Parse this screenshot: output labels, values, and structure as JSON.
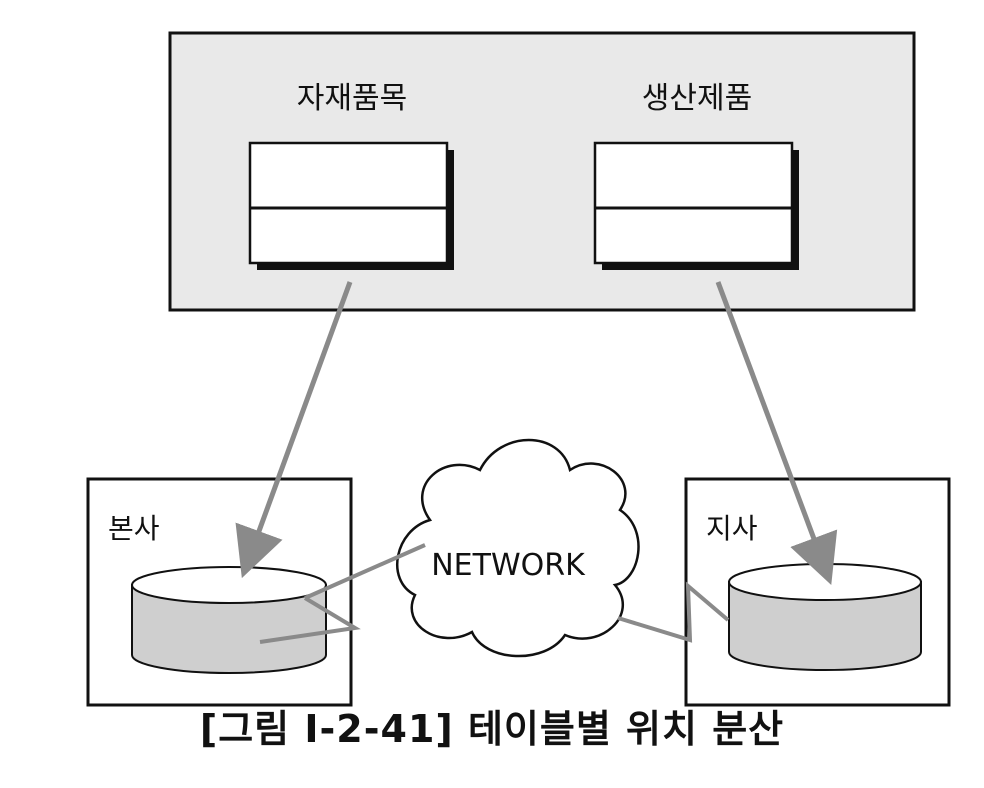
{
  "diagram": {
    "tables": [
      {
        "id": "materials",
        "label": "자재품목"
      },
      {
        "id": "products",
        "label": "생산제품"
      }
    ],
    "sites": [
      {
        "id": "headquarters",
        "label": "본사"
      },
      {
        "id": "branch",
        "label": "지사"
      }
    ],
    "network_label": "NETWORK",
    "caption": "[그림 Ⅰ-2-41] 테이블별 위치 분산"
  },
  "colors": {
    "panel_fill": "#e9e9e9",
    "line": "#111111",
    "arrow": "#8a8a8a",
    "cylinder": "#cfcfcf"
  }
}
